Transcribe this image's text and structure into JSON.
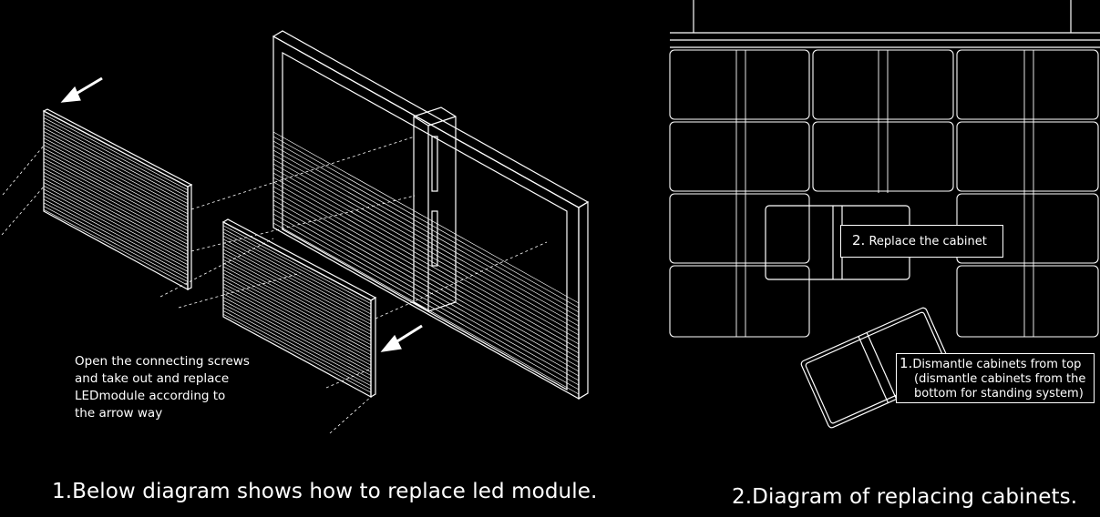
{
  "left_panel": {
    "instruction_lines": [
      "Open the connecting screws",
      "and take out and replace",
      "LEDmodule according to",
      "the arrow way"
    ],
    "caption": "1.Below diagram shows how to replace led module."
  },
  "right_panel": {
    "replace_label": {
      "number": "2.",
      "text": "Replace the cabinet"
    },
    "dismantle_label": {
      "number": "1.",
      "lines": [
        "Dismantle cabinets from top",
        "(dismantle cabinets from the",
        "bottom for standing system)"
      ]
    },
    "caption": "2.Diagram of replacing cabinets."
  },
  "colors": {
    "background": "#000000",
    "line": "#ffffff"
  }
}
